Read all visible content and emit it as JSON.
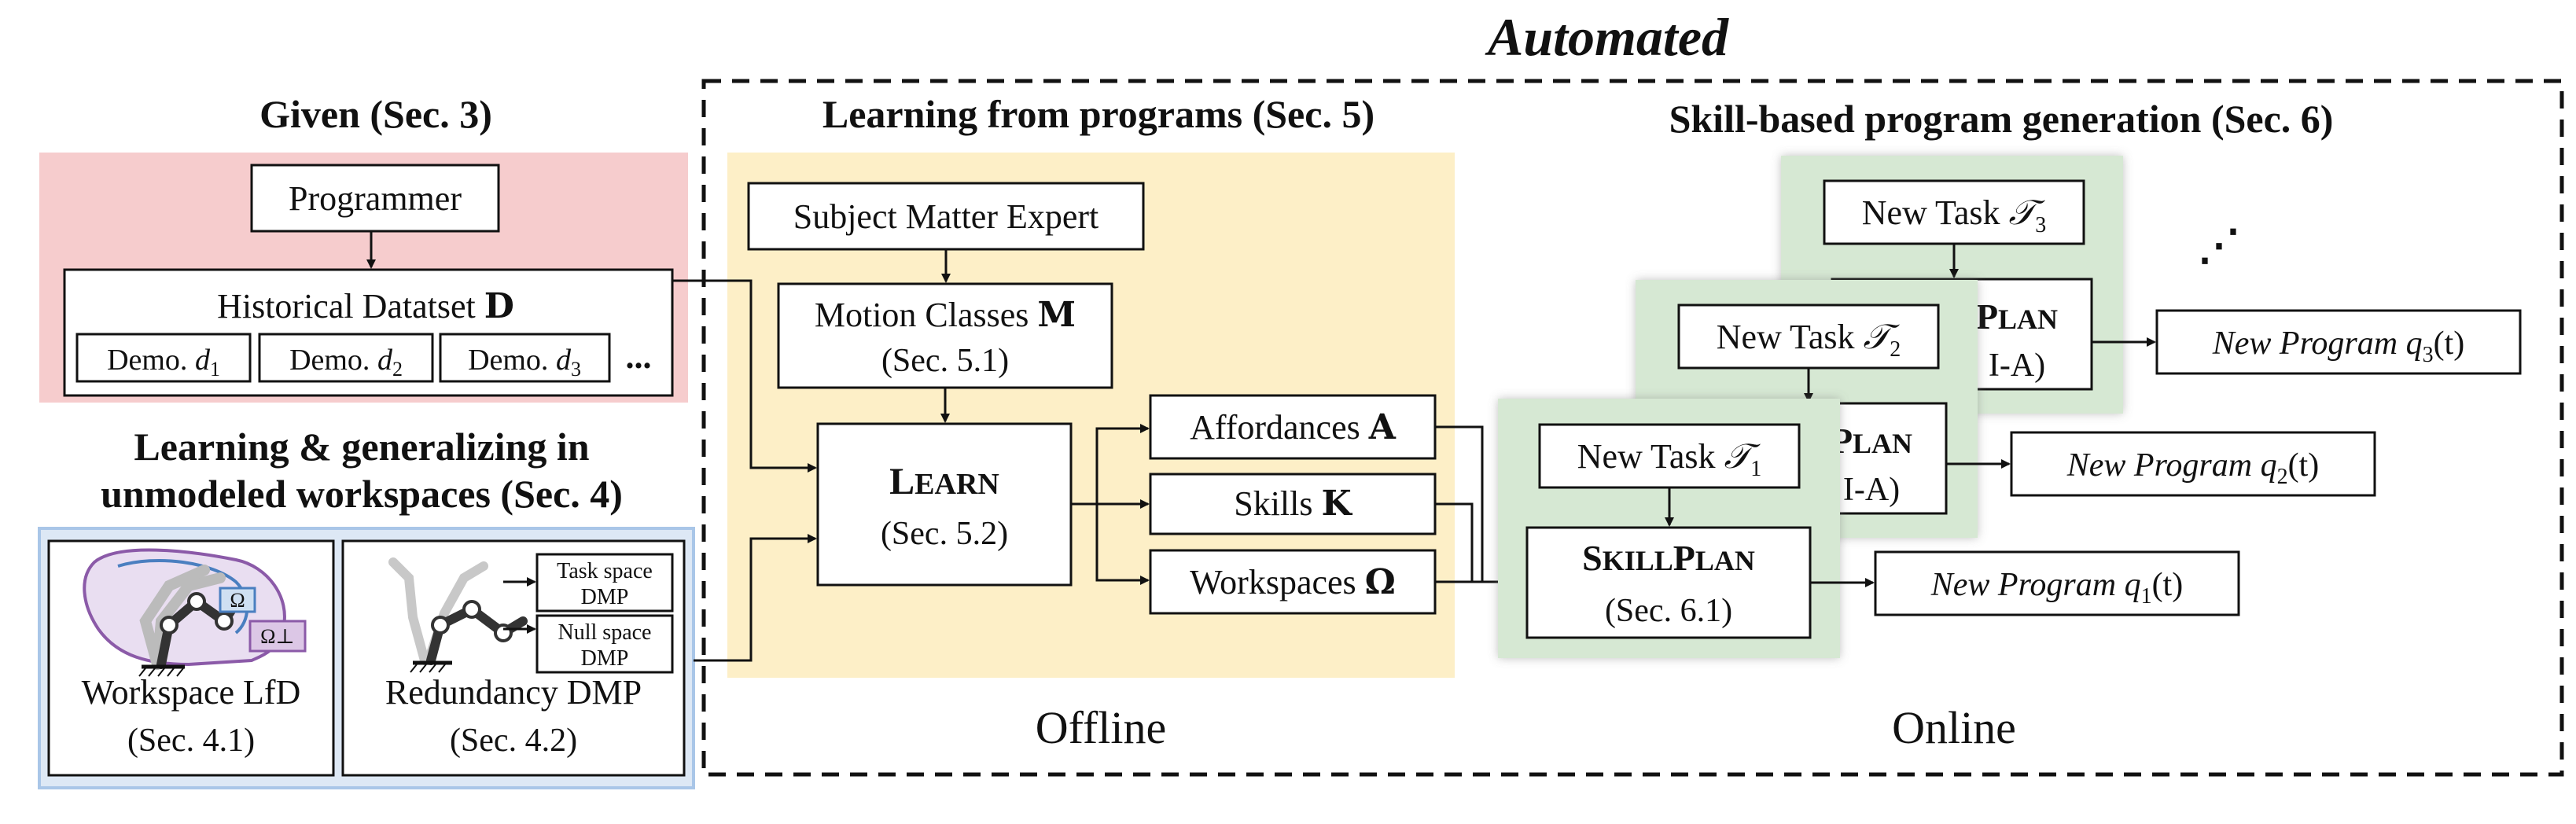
{
  "header": {
    "automated": "Automated",
    "given": "Given (Sec. 3)",
    "learning_from_programs": "Learning from programs (Sec. 5)",
    "skill_based_generation": "Skill-based program generation (Sec. 6)",
    "learning_generalizing_line1": "Learning & generalizing in",
    "learning_generalizing_line2": "unmodeled workspaces (Sec. 4)"
  },
  "given": {
    "programmer": "Programmer",
    "dataset_label": "Historical Datatset ",
    "dataset_symbol": "D",
    "demos": [
      {
        "label": "Demo. ",
        "var": "d",
        "sub": "1"
      },
      {
        "label": "Demo. ",
        "var": "d",
        "sub": "2"
      },
      {
        "label": "Demo. ",
        "var": "d",
        "sub": "3"
      }
    ],
    "ellipsis": "..."
  },
  "workspace": {
    "omega": "Ω",
    "omega_perp": "Ω⊥",
    "lfd_label": "Workspace LfD",
    "lfd_sec": "(Sec. 4.1)",
    "task_space_line1": "Task space",
    "task_space_line2": "DMP",
    "null_space_line1": "Null space",
    "null_space_line2": "DMP",
    "redundancy_label": "Redundancy DMP",
    "redundancy_sec": "(Sec. 4.2)"
  },
  "learning": {
    "sme": "Subject Matter Expert",
    "motion_classes": "Motion Classes ",
    "motion_symbol": "M",
    "motion_sec": "(Sec. 5.1)",
    "learn_big": "L",
    "learn_small": "EARN",
    "learn_sec": "(Sec. 5.2)",
    "affordances": "Affordances ",
    "affordances_symbol": "A",
    "skills": "Skills ",
    "skills_symbol": "K",
    "workspaces": "Workspaces ",
    "workspaces_symbol": "Ω"
  },
  "generation": {
    "tasks": [
      {
        "label": "New Task ",
        "sub": "1"
      },
      {
        "label": "New Task ",
        "sub": "2"
      },
      {
        "label": "New Task ",
        "sub": "3"
      }
    ],
    "task_symbol": "𝒯",
    "skillplan_big1": "S",
    "skillplan_small1": "KILL",
    "skillplan_big2": "P",
    "skillplan_small2": "LAN",
    "skillplan_sec": "(Sec. 6.1)",
    "partial_plan": "LAN",
    "partial_plan_big": "P",
    "partial_sec": "I-A)",
    "programs": [
      {
        "label": "New Program ",
        "var": "q",
        "sub": "1",
        "arg": "(t)"
      },
      {
        "label": "New Program ",
        "var": "q",
        "sub": "2",
        "arg": "(t)"
      },
      {
        "label": "New Program ",
        "var": "q",
        "sub": "3",
        "arg": "(t)"
      }
    ],
    "dots": "⋰"
  },
  "footer": {
    "offline": "Offline",
    "online": "Online"
  },
  "colors": {
    "given_bg": "#f6cccd",
    "workspace_bg": "#dde8f5",
    "workspace_border": "#a9c6e8",
    "learning_bg": "#fdefc7",
    "generation_bg": "#d6e8d3",
    "omega_box": "#cfe0f2",
    "omega_perp_box": "#dcc7e6"
  }
}
